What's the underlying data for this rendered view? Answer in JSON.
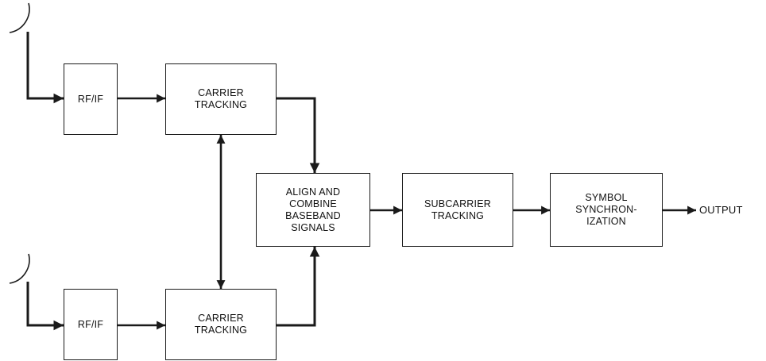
{
  "diagram": {
    "blocks": {
      "rfif_top": {
        "lines": [
          "RF/IF"
        ]
      },
      "carrier_top": {
        "lines": [
          "CARRIER",
          "TRACKING"
        ]
      },
      "rfif_bottom": {
        "lines": [
          "RF/IF"
        ]
      },
      "carrier_bottom": {
        "lines": [
          "CARRIER",
          "TRACKING"
        ]
      },
      "align_combine": {
        "lines": [
          "ALIGN AND",
          "COMBINE",
          "BASEBAND",
          "SIGNALS"
        ]
      },
      "subcarrier": {
        "lines": [
          "SUBCARRIER",
          "TRACKING"
        ]
      },
      "symbol_sync": {
        "lines": [
          "SYMBOL",
          "SYNCHRON-",
          "IZATION"
        ]
      }
    },
    "output_label": "OUTPUT",
    "colors": {
      "line": "#1a1a1a",
      "background": "#ffffff"
    }
  }
}
